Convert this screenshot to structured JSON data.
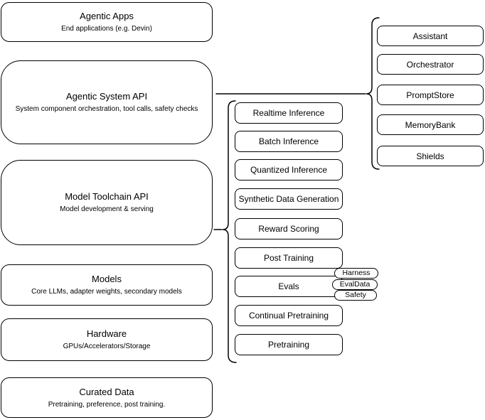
{
  "colors": {
    "stroke": "#000000",
    "fill": "#ffffff",
    "background": "#ffffff"
  },
  "left_stack": [
    {
      "title": "Agentic Apps",
      "subtitle": "End applications (e.g. Devin)"
    },
    {
      "title": "Agentic System API",
      "subtitle": "System component orchestration, tool calls, safety checks"
    },
    {
      "title": "Model Toolchain API",
      "subtitle": "Model development & serving"
    },
    {
      "title": "Models",
      "subtitle": "Core LLMs, adapter weights, secondary models"
    },
    {
      "title": "Hardware",
      "subtitle": "GPUs/Accelerators/Storage"
    },
    {
      "title": "Curated Data",
      "subtitle": "Pretraining, preference, post training."
    }
  ],
  "middle_stack": {
    "items": [
      {
        "label": "Realtime Inference"
      },
      {
        "label": "Batch Inference"
      },
      {
        "label": "Quantized Inference"
      },
      {
        "label": "Synthetic Data Generation"
      },
      {
        "label": "Reward Scoring"
      },
      {
        "label": "Post Training"
      },
      {
        "label": "Evals"
      },
      {
        "label": "Continual Pretraining"
      },
      {
        "label": "Pretraining"
      }
    ]
  },
  "evals_tags": [
    {
      "label": "Harness"
    },
    {
      "label": "EvalData"
    },
    {
      "label": "Safety"
    }
  ],
  "right_stack": [
    {
      "label": "Assistant"
    },
    {
      "label": "Orchestrator"
    },
    {
      "label": "PromptStore"
    },
    {
      "label": "MemoryBank"
    },
    {
      "label": "Shields"
    }
  ]
}
